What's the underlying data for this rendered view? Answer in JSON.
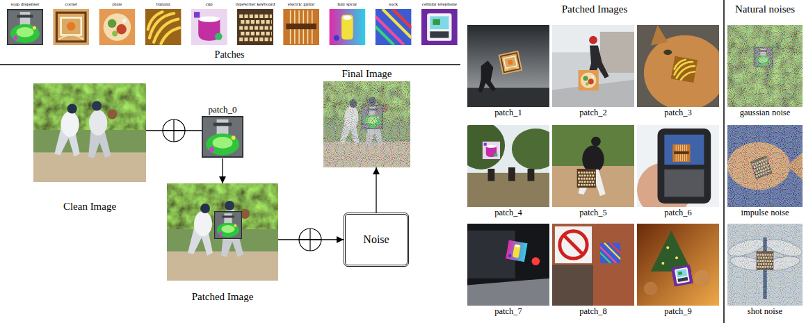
{
  "diagram": {
    "nodes": [
      {
        "text": [
          "soap dispenser"
        ]
      },
      {
        "text": [
          "cornet"
        ]
      },
      {
        "text": [
          "plate"
        ]
      },
      {
        "text": [
          "banana"
        ]
      },
      {
        "text": [
          "cup"
        ]
      },
      {
        "text": [
          "typewriter keyboard"
        ]
      },
      {
        "text": [
          "electric guitar"
        ]
      },
      {
        "text": [
          "hair spray"
        ]
      },
      {
        "text": [
          "sock"
        ]
      },
      {
        "text": [
          "cellular telephone"
        ]
      },
      {
        "text": [
          "Clean Image"
        ]
      },
      {
        "text": [
          "patch_0"
        ]
      },
      {
        "text": [
          "Patched Image"
        ]
      },
      {
        "text": [
          "Noise"
        ]
      },
      {
        "text": [
          "Final Image"
        ]
      },
      {
        "text": [
          "patch_1"
        ]
      },
      {
        "text": [
          "patch_2"
        ]
      },
      {
        "text": [
          "patch_3"
        ]
      },
      {
        "text": [
          "patch_4"
        ]
      },
      {
        "text": [
          "patch_5"
        ]
      },
      {
        "text": [
          "patch_6"
        ]
      },
      {
        "text": [
          "patch_7"
        ]
      },
      {
        "text": [
          "patch_8"
        ]
      },
      {
        "text": [
          "patch_9"
        ]
      },
      {
        "text": [
          "gaussian noise"
        ]
      },
      {
        "text": [
          "impulse noise"
        ]
      },
      {
        "text": [
          "shot noise"
        ]
      }
    ],
    "edges": [
      {
        "from": 10,
        "to": 11,
        "arrow": "none"
      },
      {
        "from": 11,
        "to": 12,
        "arrow": "to"
      },
      {
        "from": 12,
        "to": 13,
        "arrow": "to"
      },
      {
        "from": 13,
        "to": 14,
        "arrow": "to"
      }
    ],
    "labels": [
      "Patches",
      "Patched Images",
      "Natural noises"
    ]
  }
}
